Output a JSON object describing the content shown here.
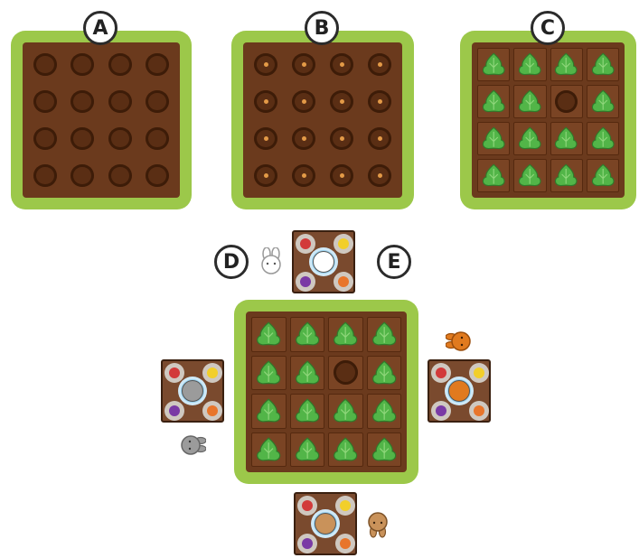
{
  "labels": {
    "a": "A",
    "b": "B",
    "c": "C",
    "d": "D",
    "e": "E"
  },
  "colors": {
    "board_green": "#9cc84a",
    "soil_brown": "#6b3a1d",
    "lettuce_green": "#52b548",
    "rabbit_white": "#ffffff",
    "rabbit_gray": "#9b9b9b",
    "rabbit_orange": "#e07a1f",
    "rabbit_tan": "#c9925a"
  },
  "boards": {
    "a": {
      "state": "empty-holes",
      "empty_cell": null
    },
    "b": {
      "state": "seeded-holes",
      "empty_cell": null
    },
    "c": {
      "state": "lettuce-planted",
      "empty_cell": 6
    },
    "main": {
      "state": "lettuce-planted",
      "empty_cell": 6
    }
  },
  "player_cards": [
    {
      "player": "white",
      "icon": "white-rabbit-icon"
    },
    {
      "player": "gray",
      "icon": "gray-rabbit-icon"
    },
    {
      "player": "orange",
      "icon": "orange-rabbit-icon"
    },
    {
      "player": "tan",
      "icon": "tan-rabbit-icon"
    }
  ]
}
